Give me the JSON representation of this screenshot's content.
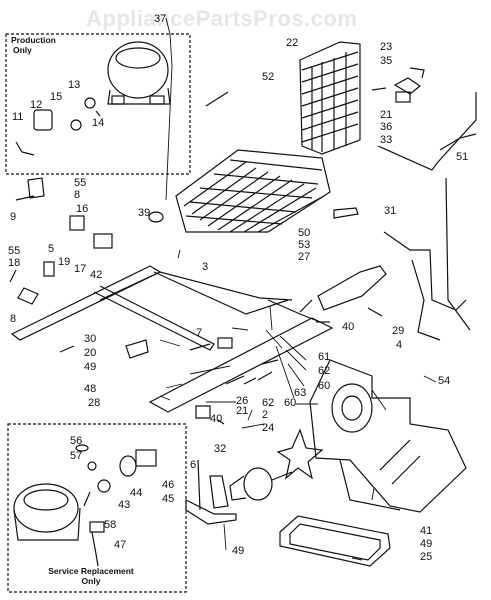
{
  "watermark": "AppliancePartsPros.com",
  "box_top": {
    "line1": "Production",
    "line2": "Only"
  },
  "box_bottom": {
    "line1": "Service Replacement",
    "line2": "Only"
  },
  "part_labels": [
    "37",
    "22",
    "23",
    "35",
    "52",
    "13",
    "15",
    "12",
    "14",
    "21",
    "36",
    "33",
    "51",
    "11",
    "55",
    "8",
    "9",
    "16",
    "39",
    "5",
    "19",
    "17",
    "42",
    "3",
    "50",
    "31",
    "53",
    "27",
    "55",
    "18",
    "8",
    "30",
    "20",
    "49",
    "48",
    "7",
    "29",
    "40",
    "61",
    "62",
    "60",
    "63",
    "4",
    "54",
    "28",
    "40",
    "26",
    "21",
    "62",
    "60",
    "56",
    "57",
    "2",
    "24",
    "32",
    "6",
    "44",
    "43",
    "46",
    "45",
    "58",
    "47",
    "49",
    "41",
    "49",
    "25"
  ]
}
